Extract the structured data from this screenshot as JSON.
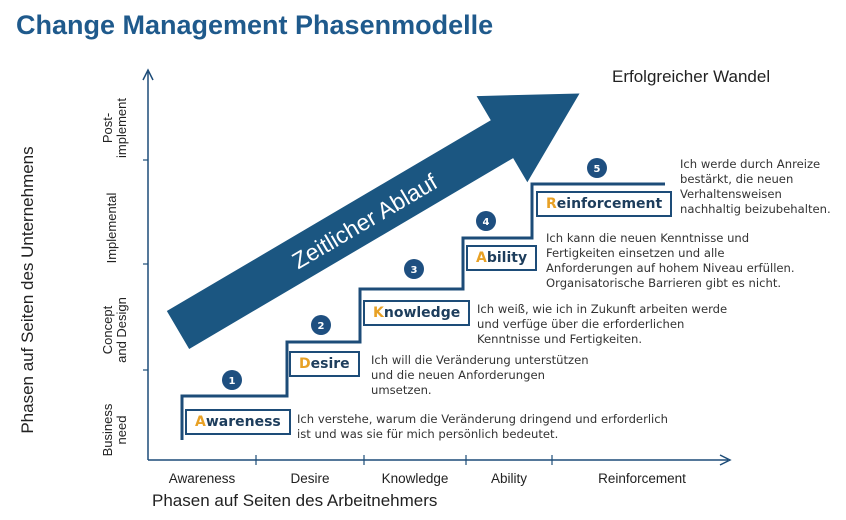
{
  "title": "Change Management Phasenmodelle",
  "arrow_label": "Zeitlicher Ablauf",
  "success_label": "Erfolgreicher Wandel",
  "x_axis": {
    "label": "Phasen auf Seiten des Arbeitnehmers",
    "ticks": [
      "Awareness",
      "Desire",
      "Knowledge",
      "Ability",
      "Reinforcement"
    ]
  },
  "y_axis": {
    "label": "Phasen auf Seiten des Unternehmens",
    "ticks": [
      {
        "line1": "Business",
        "line2": "need"
      },
      {
        "line1": "Concept",
        "line2": "and Design"
      },
      {
        "line1": "Implemental",
        "line2": ""
      },
      {
        "line1": "Post-",
        "line2": "implement"
      }
    ]
  },
  "steps": [
    {
      "number": "1",
      "first": "A",
      "rest": "wareness",
      "text1": "Ich verstehe, warum die Veränderung dringend und erforderlich",
      "text2": "ist und was sie für mich persönlich bedeutet."
    },
    {
      "number": "2",
      "first": "D",
      "rest": "esire",
      "text1": "Ich will die Veränderung unterstützen",
      "text2": "und die neuen Anforderungen",
      "text3": "umsetzen."
    },
    {
      "number": "3",
      "first": "K",
      "rest": "nowledge",
      "text1": "Ich weiß, wie ich in Zukunft arbeiten werde",
      "text2": "und verfüge über die erforderlichen",
      "text3": "Kenntnisse und Fertigkeiten."
    },
    {
      "number": "4",
      "first": "A",
      "rest": "bility",
      "text1": "Ich kann die neuen Kenntnisse und",
      "text2": "Fertigkeiten einsetzen und alle",
      "text3": "Anforderungen auf hohem Niveau erfüllen.",
      "text4": "Organisatorische Barrieren gibt es nicht."
    },
    {
      "number": "5",
      "first": "R",
      "rest": "einforcement",
      "text1": "Ich werde durch Anreize",
      "text2": "bestärkt, die neuen",
      "text3": "Verhaltensweisen",
      "text4": "nachhaltig beizubehalten."
    }
  ],
  "colors": {
    "title": "#1f5a8c",
    "arrow": "#1b5681",
    "step_line": "#1d4c78",
    "badge": "#1e4f80",
    "accent": "#e8a125"
  }
}
